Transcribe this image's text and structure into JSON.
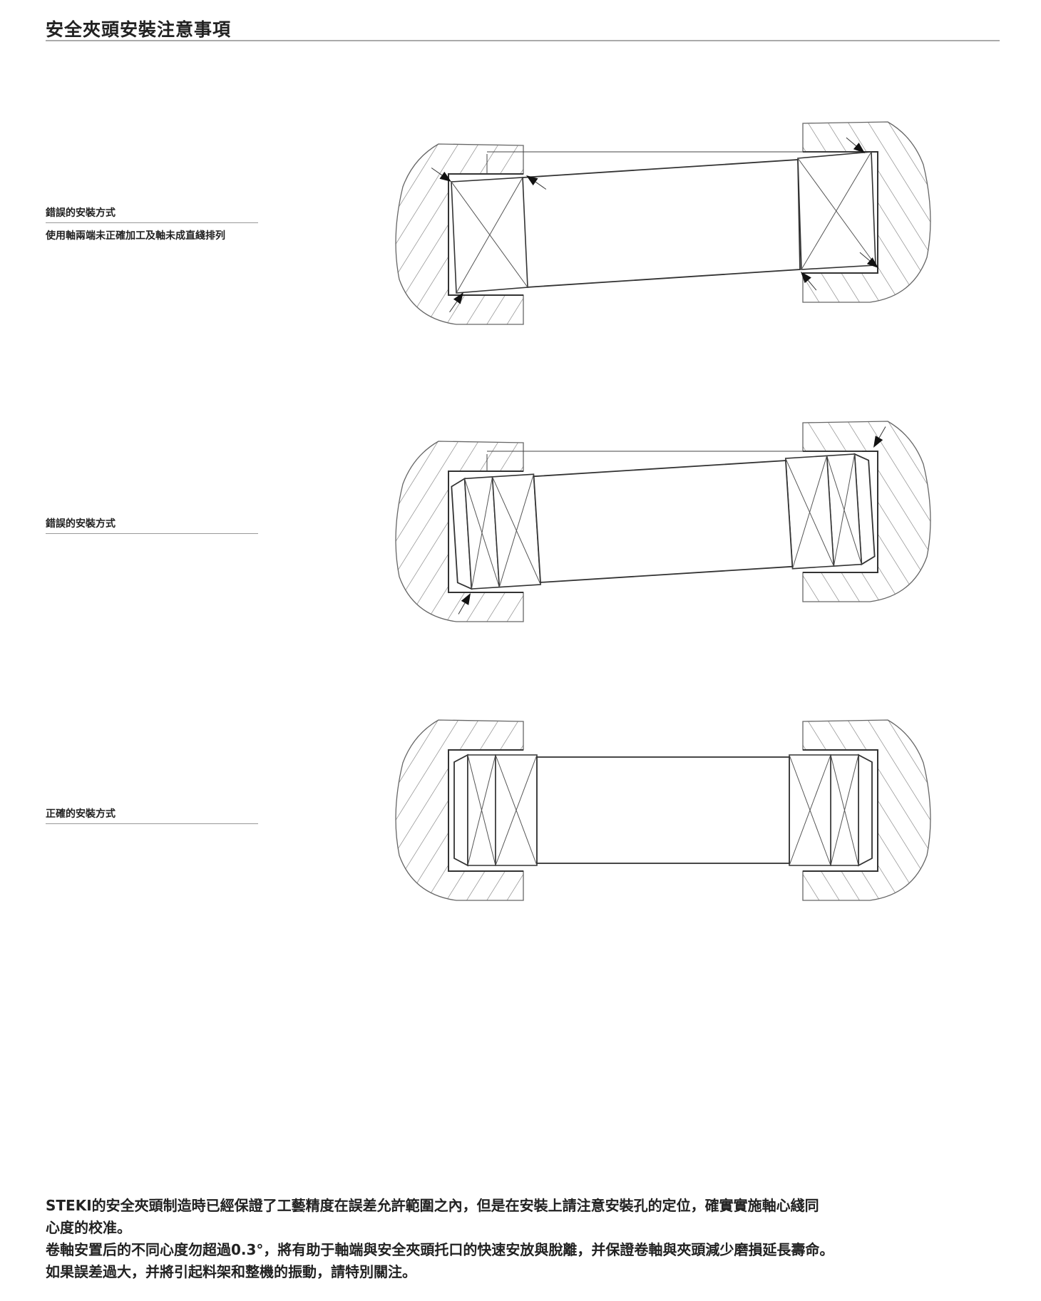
{
  "title": "安全夾頭安裝注意事項",
  "cases": [
    {
      "label": "錯誤的安裝方式",
      "note": "使用軸兩端未正確加工及軸未成直綫排列"
    },
    {
      "label": "錯誤的安裝方式"
    },
    {
      "label": "正確的安裝方式"
    }
  ],
  "paragraph": [
    "STEKI的安全夾頭制造時已經保證了工藝精度在誤差允許範圍之內，但是在安裝上請注意安裝孔的定位，確實實施軸心綫同",
    "心度的校准。",
    "卷軸安置后的不同心度勿超過0.3°，將有助于軸端與安全夾頭托口的快速安放與脫離，并保證卷軸與夾頭減少磨損延長壽命。",
    "如果誤差過大，并將引起料架和整機的振動，請特別關注。"
  ],
  "colors": {
    "line": "#333333",
    "hatch": "#777777"
  }
}
